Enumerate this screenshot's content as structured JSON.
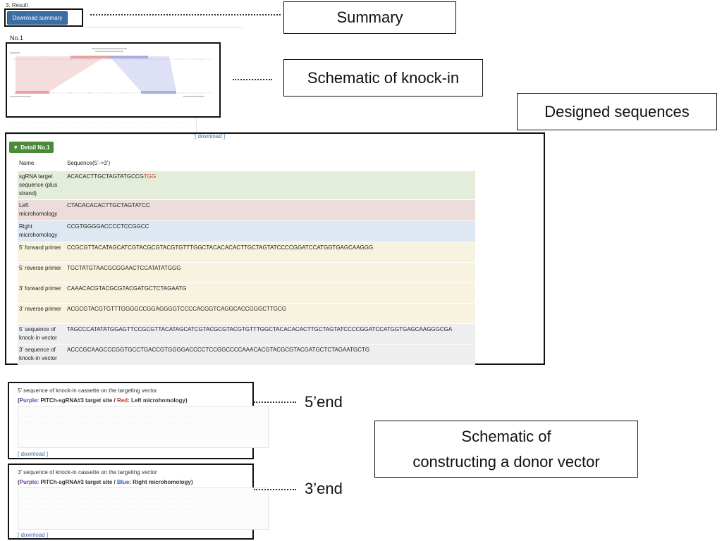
{
  "header": {
    "section_label": "3. Result",
    "download_summary_label": "Download summary"
  },
  "result": {
    "number_label": "No.1",
    "download_label": "[ download ]"
  },
  "callouts": {
    "summary": "Summary",
    "schematic_knockin": "Schematic of knock-in",
    "designed_sequences": "Designed sequences",
    "five_end": "5’end",
    "three_end": "3’end",
    "constructing_line1": "Schematic of",
    "constructing_line2": "constructing a donor vector"
  },
  "detail": {
    "button_label": "Detail No.1",
    "columns": {
      "name": "Name",
      "sequence": "Sequence(5’->3’)"
    },
    "sgrna": {
      "name": "sgRNA target sequence (plus strand)",
      "seq": "ACACACTTGCTAGTATGCCG",
      "pam": "TGG"
    },
    "rows": [
      {
        "name": "Left microhomology",
        "seq": "CTACACACACTTGCTAGTATCC"
      },
      {
        "name": "Right microhomology",
        "seq": "CCGTGGGGACCCCTCCGGCC"
      },
      {
        "name": "5’ forward primer",
        "seq": "CCGCGTTACATAGCATCGTACGCGTACGTGTTTGGCTACACACACTTGCTAGTATCCCCGGATCCATGGTGAGCAAGGG"
      },
      {
        "name": "5’ reverse primer",
        "seq": "TGCTATGTAACGCGGAACTCCATATATGGG"
      },
      {
        "name": "3’ forward primer",
        "seq": "CAAACACGTACGCGTACGATGCTCTAGAATG"
      },
      {
        "name": "3’ reverse primer",
        "seq": "ACGCGTACGTGTTTGGGGCCGGAGGGGTCCCCACGGTCAGGCACCGGGCTTGCG"
      },
      {
        "name": "5’ sequence of knock-in vector",
        "seq": "TAGCCCATATATGGAGTTCCGCGTTACATAGCATCGTACGCGTACGTGTTTGGCTACACACACTTGCTAGTATCCCCGGATCCATGGTGAGCAAGGGCGA"
      },
      {
        "name": "3’ sequence of knock-in vector",
        "seq": "ACCCGCAAGCCCGGTGCCTGACCGTGGGGACCCCTCCGGCCCCAAACACGTACGCGTACGATGCTCTAGAATGCTG"
      }
    ]
  },
  "five_end": {
    "title": "5’ sequence of knock-in cassette on the targeting vector",
    "purple": "Purple",
    "site": ": PITCh-sgRNA#3 target site /",
    "color_word": "Red",
    "homology": ": Left microhomology)",
    "download": "[ download ]"
  },
  "three_end": {
    "title": "3’ sequence of knock-in cassette on the targeting vector",
    "purple": "Purple",
    "site": ": PITCh-sgRNA#3 target site /",
    "color_word": "Blue",
    "homology": ": Right microhomology)",
    "download": "[ download ]"
  },
  "colors": {
    "accent_blue": "#3a6ea5",
    "detail_green": "#4c8a3a",
    "pam_red": "#d23b2b"
  }
}
